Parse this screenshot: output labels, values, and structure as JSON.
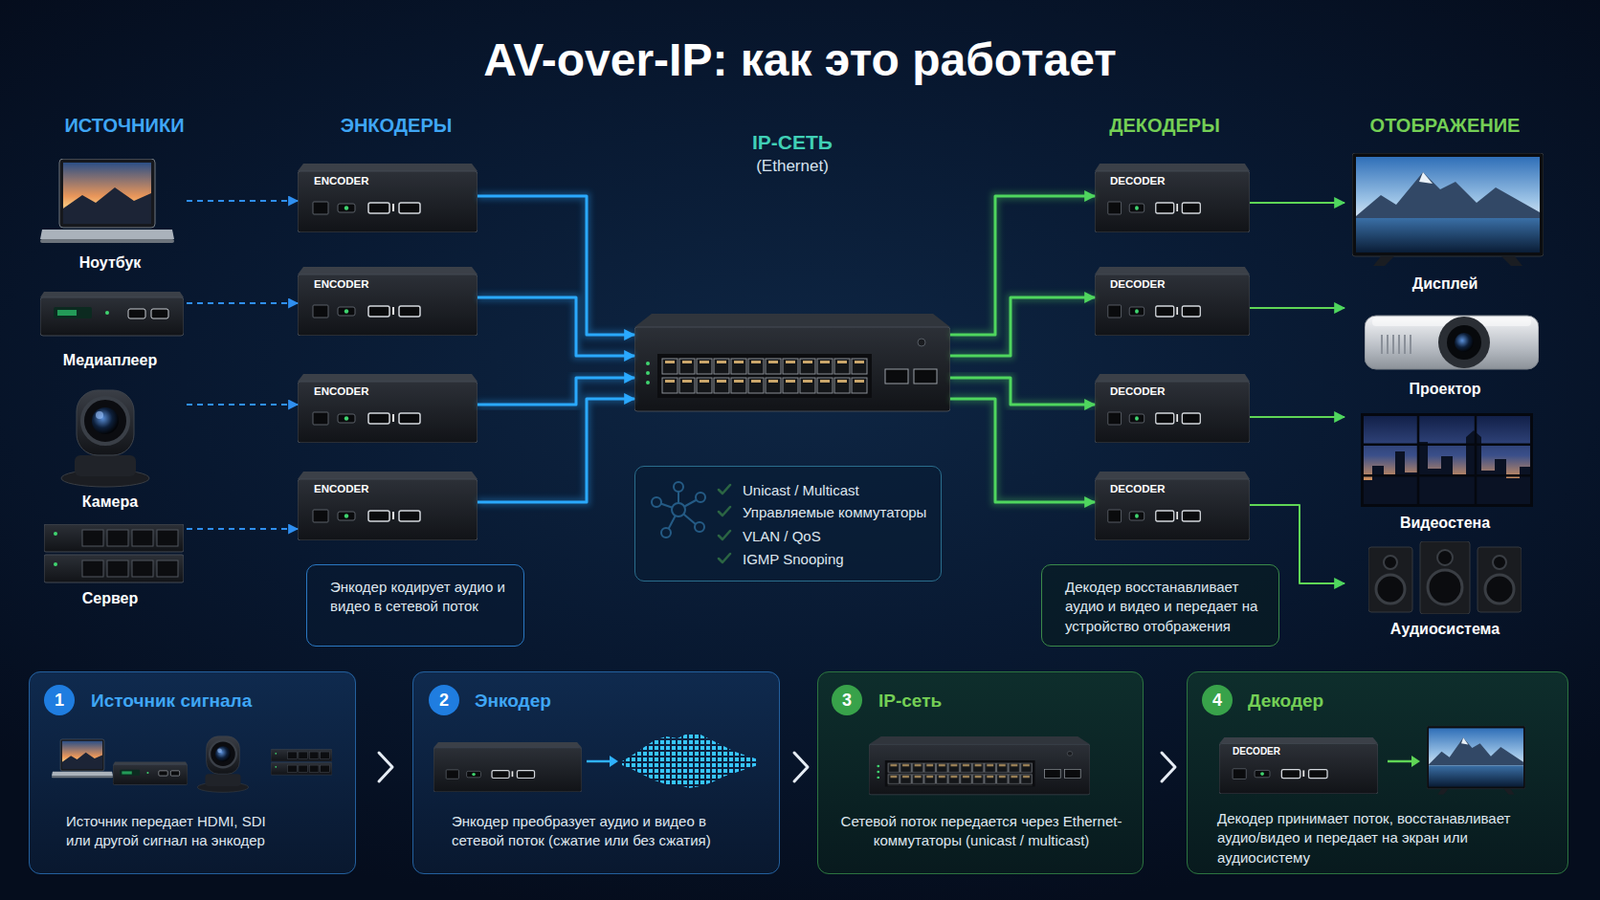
{
  "diagram": {
    "title": "AV-over-IP: как это работает",
    "nodes": [
      {
        "text": [
          "Ноутбук"
        ]
      },
      {
        "text": [
          "Медиаплеер"
        ]
      },
      {
        "text": [
          "Камера"
        ]
      },
      {
        "text": [
          "Сервер"
        ]
      },
      {
        "text": [
          "ENCODER"
        ]
      },
      {
        "text": [
          "ENCODER"
        ]
      },
      {
        "text": [
          "ENCODER"
        ]
      },
      {
        "text": [
          "ENCODER"
        ]
      },
      {
        "text": [
          "IP-СЕТЬ",
          "(Ethernet)"
        ]
      },
      {
        "text": [
          "Unicast / Multicast",
          "Управляемые коммутаторы",
          "VLAN / QoS",
          "IGMP Snooping"
        ]
      },
      {
        "text": [
          "DECODER"
        ]
      },
      {
        "text": [
          "DECODER"
        ]
      },
      {
        "text": [
          "DECODER"
        ]
      },
      {
        "text": [
          "DECODER"
        ]
      },
      {
        "text": [
          "Дисплей"
        ]
      },
      {
        "text": [
          "Проектор"
        ]
      },
      {
        "text": [
          "Видеостена"
        ]
      },
      {
        "text": [
          "Аудиосистема"
        ]
      },
      {
        "text": [
          "Энкодер кодирует аудио и видео в сетевой поток"
        ]
      },
      {
        "text": [
          "Декодер восстанавливает аудио и видео и передает на устройство отображения"
        ]
      },
      {
        "text": [
          "Источник сигнала",
          "Источник передает HDMI, SDI или другой сигнал на энкодер"
        ]
      },
      {
        "text": [
          "1"
        ],
        "in": 20
      },
      {
        "text": [
          "Энкодер",
          "Энкодер преобразует аудио и видео в сетевой поток (сжатие или без сжатия)"
        ]
      },
      {
        "text": [
          "2"
        ],
        "in": 22
      },
      {
        "text": [
          "IP-сеть",
          "Сетевой поток передается через Ethernet-коммутаторы (unicast / multicast)"
        ]
      },
      {
        "text": [
          "3"
        ],
        "in": 24
      },
      {
        "text": [
          "Декодер",
          "Декодер принимает поток, восстанавливает аудио/видео и передает на экран или аудиосистему"
        ]
      },
      {
        "text": [
          "4"
        ],
        "in": 26
      },
      {
        "text": [
          "DECODER"
        ],
        "in": 26
      }
    ],
    "edges": [
      {
        "from": 0,
        "to": 4,
        "arrow": "to"
      },
      {
        "from": 1,
        "to": 5,
        "arrow": "to"
      },
      {
        "from": 2,
        "to": 6,
        "arrow": "to"
      },
      {
        "from": 3,
        "to": 7,
        "arrow": "to"
      },
      {
        "from": 4,
        "to": 8,
        "arrow": "to"
      },
      {
        "from": 5,
        "to": 8,
        "arrow": "to"
      },
      {
        "from": 6,
        "to": 8,
        "arrow": "to"
      },
      {
        "from": 7,
        "to": 8,
        "arrow": "to"
      },
      {
        "from": 8,
        "to": 10,
        "arrow": "to"
      },
      {
        "from": 8,
        "to": 11,
        "arrow": "to"
      },
      {
        "from": 8,
        "to": 12,
        "arrow": "to"
      },
      {
        "from": 8,
        "to": 13,
        "arrow": "to"
      },
      {
        "from": 10,
        "to": 14,
        "arrow": "to"
      },
      {
        "from": 11,
        "to": 15,
        "arrow": "to"
      },
      {
        "from": 12,
        "to": 16,
        "arrow": "to"
      },
      {
        "from": 13,
        "to": 17,
        "arrow": "to"
      }
    ],
    "labels": [
      "ИСТОЧНИКИ",
      "ЭНКОДЕРЫ",
      "ДЕКОДЕРЫ",
      "ОТОБРАЖЕНИЕ"
    ]
  }
}
